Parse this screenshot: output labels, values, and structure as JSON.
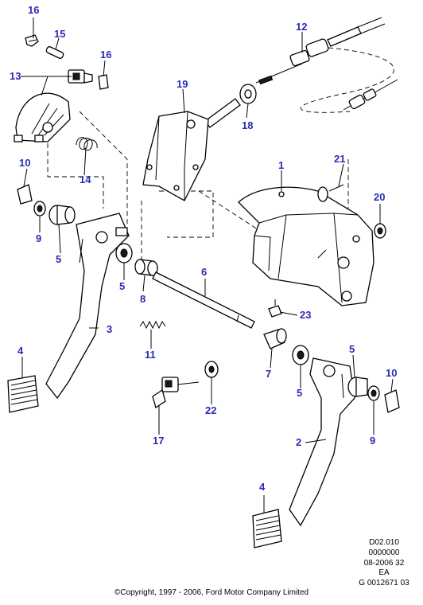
{
  "callouts": {
    "c1": "1",
    "c2": "2",
    "c3": "3",
    "c4a": "4",
    "c4b": "4",
    "c5a": "5",
    "c5b": "5",
    "c5c": "5",
    "c5d": "5",
    "c6": "6",
    "c7": "7",
    "c8": "8",
    "c9a": "9",
    "c9b": "9",
    "c10a": "10",
    "c10b": "10",
    "c11": "11",
    "c12": "12",
    "c13": "13",
    "c14": "14",
    "c15": "15",
    "c16a": "16",
    "c16b": "16",
    "c17": "17",
    "c18": "18",
    "c19": "19",
    "c20": "20",
    "c21": "21",
    "c22": "22",
    "c23": "23"
  },
  "reference": {
    "line1": "D02.010",
    "line2": "0000000",
    "line3": "08-2006 32",
    "line4": "EA",
    "line5": "G 0012671 03"
  },
  "copyright": "©Copyright, 1997 - 2006, Ford Motor Company Limited",
  "colors": {
    "callout": "#2a2ab8",
    "line": "#000000"
  }
}
